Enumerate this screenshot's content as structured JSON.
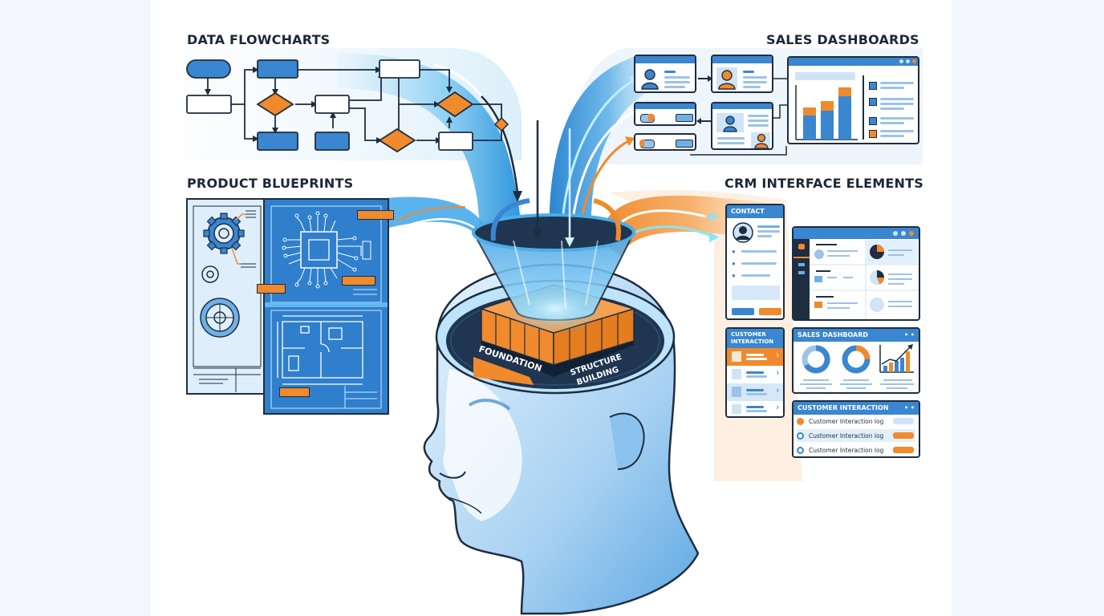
{
  "sections": {
    "data_flowcharts": {
      "title": "DATA FLOWCHARTS"
    },
    "sales_dashboards": {
      "title": "SALES DASHBOARDS"
    },
    "product_blueprints": {
      "title": "PRODUCT BLUEPRINTS"
    },
    "crm_interface": {
      "title": "CRM INTERFACE ELEMENTS"
    }
  },
  "head": {
    "foundation_label": "FOUNDATION",
    "structure_label_line1": "STRUCTURE",
    "structure_label_line2": "BUILDING"
  },
  "crm": {
    "contact_card": {
      "title": "CONTACT"
    },
    "customer_interaction_list": {
      "title_line1": "CUSTOMER",
      "title_line2": "INTERACTION"
    },
    "sales_dashboard_panel": {
      "title": "SALES DASHBOARD",
      "controls": "• •"
    },
    "customer_interaction_panel": {
      "title": "CUSTOMER INTERACTION",
      "controls": "• •",
      "rows": [
        {
          "label": "Customer Interaction log"
        },
        {
          "label": "Customer Interaction log"
        },
        {
          "label": "Customer Interaction log"
        }
      ]
    }
  },
  "icons": {
    "chevron": "›"
  },
  "colors": {
    "blue": "#3a86d0",
    "dark_navy": "#1e2d40",
    "orange": "#f08a2c",
    "light_blue": "#cfe4f6",
    "cyan_stream": "#5bc2f0"
  }
}
